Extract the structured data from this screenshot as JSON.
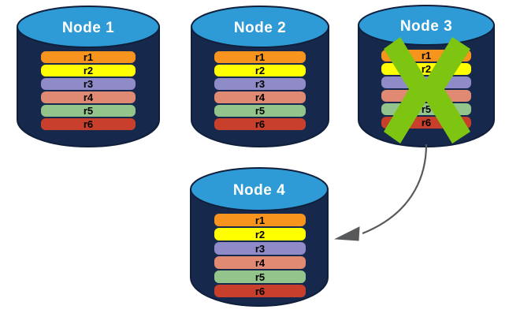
{
  "diagram": {
    "title_text_color": "#ffffff",
    "background": "#ffffff",
    "cylinder_body_color": "#16294D",
    "cylinder_top_color": "#2E9BD6",
    "cylinder_stroke_color": "#101F3C",
    "failure_mark_color": "#7DC510",
    "arrow_color": "#58595B",
    "nodes": [
      {
        "id": "node-1",
        "label": "Node  1",
        "failed": false,
        "rows": [
          {
            "label": "r1",
            "color": "#F7941E"
          },
          {
            "label": "r2",
            "color": "#FFFF00"
          },
          {
            "label": "r3",
            "color": "#8E8BC8"
          },
          {
            "label": "r4",
            "color": "#E08A73"
          },
          {
            "label": "r5",
            "color": "#93C48B"
          },
          {
            "label": "r6",
            "color": "#C8402C"
          }
        ]
      },
      {
        "id": "node-2",
        "label": "Node  2",
        "failed": false,
        "rows": [
          {
            "label": "r1",
            "color": "#F7941E"
          },
          {
            "label": "r2",
            "color": "#FFFF00"
          },
          {
            "label": "r3",
            "color": "#8E8BC8"
          },
          {
            "label": "r4",
            "color": "#E08A73"
          },
          {
            "label": "r5",
            "color": "#93C48B"
          },
          {
            "label": "r6",
            "color": "#C8402C"
          }
        ]
      },
      {
        "id": "node-3",
        "label": "Node  3",
        "failed": true,
        "rows": [
          {
            "label": "r1",
            "color": "#F7941E"
          },
          {
            "label": "r2",
            "color": "#FFFF00"
          },
          {
            "label": "r3",
            "color": "#8E8BC8"
          },
          {
            "label": "r4",
            "color": "#E08A73"
          },
          {
            "label": "r5",
            "color": "#93C48B"
          },
          {
            "label": "r6",
            "color": "#C8402C"
          }
        ]
      },
      {
        "id": "node-4",
        "label": "Node  4",
        "failed": false,
        "rows": [
          {
            "label": "r1",
            "color": "#F7941E"
          },
          {
            "label": "r2",
            "color": "#FFFF00"
          },
          {
            "label": "r3",
            "color": "#8E8BC8"
          },
          {
            "label": "r4",
            "color": "#E08A73"
          },
          {
            "label": "r5",
            "color": "#93C48B"
          },
          {
            "label": "r6",
            "color": "#C8402C"
          }
        ]
      }
    ],
    "arrow": {
      "from_node": "node-3",
      "to_node": "node-4"
    }
  }
}
